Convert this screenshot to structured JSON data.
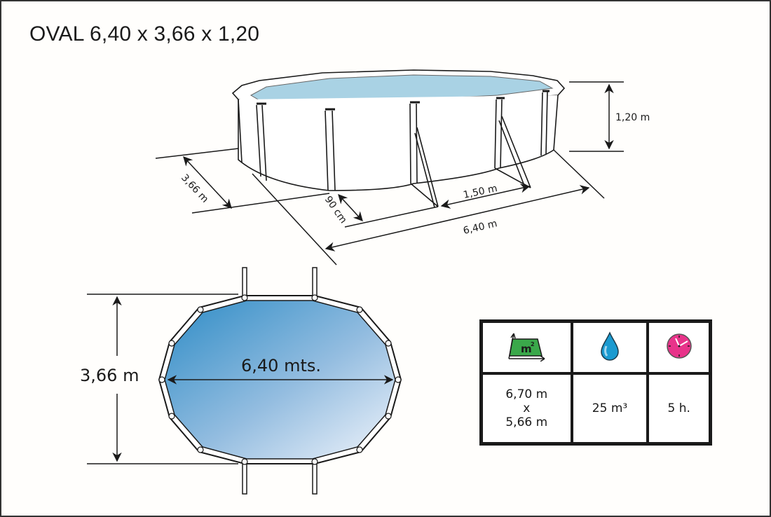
{
  "title": "OVAL 6,40 x 3,66 x 1,20",
  "perspective_view": {
    "labels": {
      "height": "1,20 m",
      "width": "3,66 m",
      "buttress_offset": "90 cm",
      "buttress_spacing": "1,50 m",
      "length": "6,40 m"
    },
    "colors": {
      "water": "#a9d2e4",
      "line": "#1a1a1a"
    }
  },
  "top_view": {
    "labels": {
      "length": "6,40 mts.",
      "width": "3,66 m"
    },
    "colors": {
      "water_dark": "#3a92c9",
      "water_light": "#eef3fa"
    }
  },
  "specs_table": {
    "icons": [
      {
        "name": "area-icon",
        "label": "m²",
        "color": "#3aa84a"
      },
      {
        "name": "water-drop-icon",
        "color": "#1a9ad0"
      },
      {
        "name": "clock-icon",
        "color": "#e8338a"
      }
    ],
    "values": {
      "area_line1": "6,70 m",
      "area_line2": "x",
      "area_line3": "5,66 m",
      "volume": "25 m³",
      "fill_time": "5 h."
    }
  }
}
